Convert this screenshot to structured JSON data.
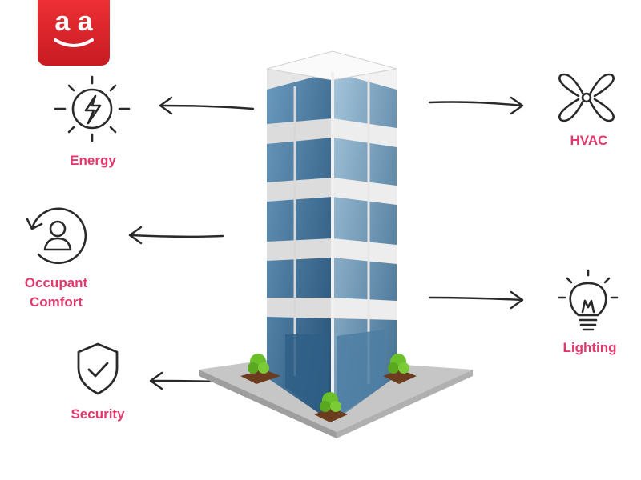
{
  "brand": {
    "logo_text": "a a",
    "color": "#e02030"
  },
  "accent_color": "#e03a6c",
  "features": [
    {
      "key": "energy",
      "label": "Energy",
      "icon": "energy-icon"
    },
    {
      "key": "hvac",
      "label": "HVAC",
      "icon": "fan-icon"
    },
    {
      "key": "occupant",
      "label_line1": "Occupant",
      "label_line2": "Comfort",
      "icon": "occupant-comfort-icon"
    },
    {
      "key": "lighting",
      "label": "Lighting",
      "icon": "light-bulb-icon"
    },
    {
      "key": "security",
      "label": "Security",
      "icon": "shield-check-icon"
    }
  ]
}
